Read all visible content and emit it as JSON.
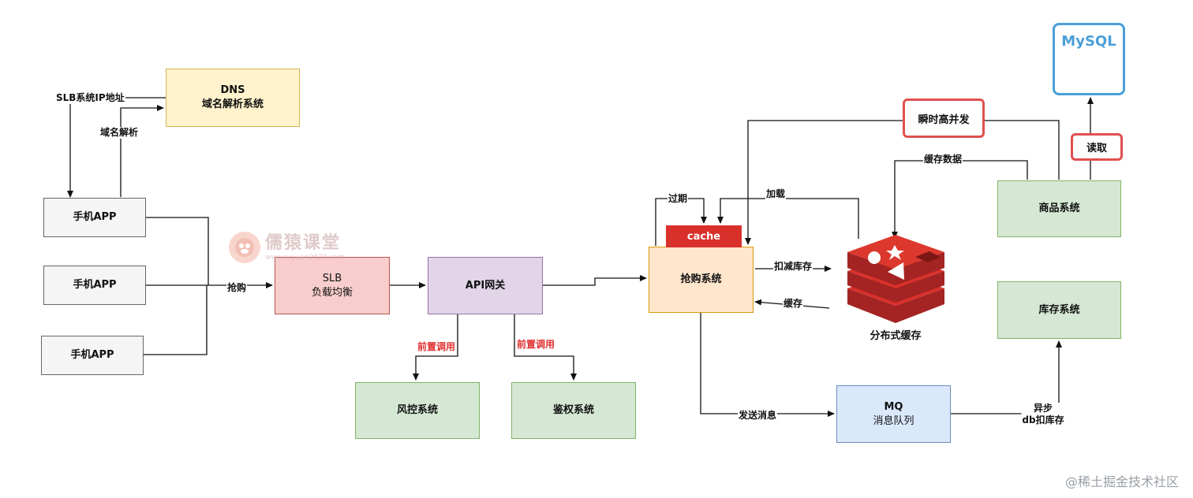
{
  "nodes": {
    "dns": {
      "title": "DNS",
      "subtitle": "域名解析系统"
    },
    "phone1": {
      "label": "手机APP"
    },
    "phone2": {
      "label": "手机APP"
    },
    "phone3": {
      "label": "手机APP"
    },
    "slb": {
      "title": "SLB",
      "subtitle": "负载均衡"
    },
    "api_gateway": {
      "label": "API网关"
    },
    "risk_control": {
      "label": "风控系统"
    },
    "auth": {
      "label": "鉴权系统"
    },
    "flash_sale": {
      "label": "抢购系统"
    },
    "cache": {
      "label": "cache"
    },
    "redis": {
      "label": "分布式缓存"
    },
    "product": {
      "label": "商品系统"
    },
    "inventory": {
      "label": "库存系统"
    },
    "mq": {
      "title": "MQ",
      "subtitle": "消息队列"
    },
    "mysql": {
      "label": "MySQL"
    }
  },
  "edges": {
    "slb_ip": "SLB系统IP地址",
    "domain_resolve": "域名解析",
    "purchase": "抢购",
    "pre_call_1": "前置调用",
    "pre_call_2": "前置调用",
    "expire": "过期",
    "load": "加载",
    "deduct_stock": "扣减库存",
    "cache_edge": "缓存",
    "cache_data": "缓存数据",
    "send_message": "发送消息",
    "async_line1": "异步",
    "async_line2": "db扣库存"
  },
  "highlights": {
    "burst": "瞬时高并发",
    "read": "读取"
  },
  "watermark": {
    "title": "儒猿课堂",
    "url": "www.ruyuan2020.com"
  },
  "footer": "@稀土掘金技术社区",
  "colors": {
    "redis": "#d9302c",
    "mysql": "#4a9fd8",
    "highlight": "#e05050",
    "annotation_red": "#e03030"
  }
}
